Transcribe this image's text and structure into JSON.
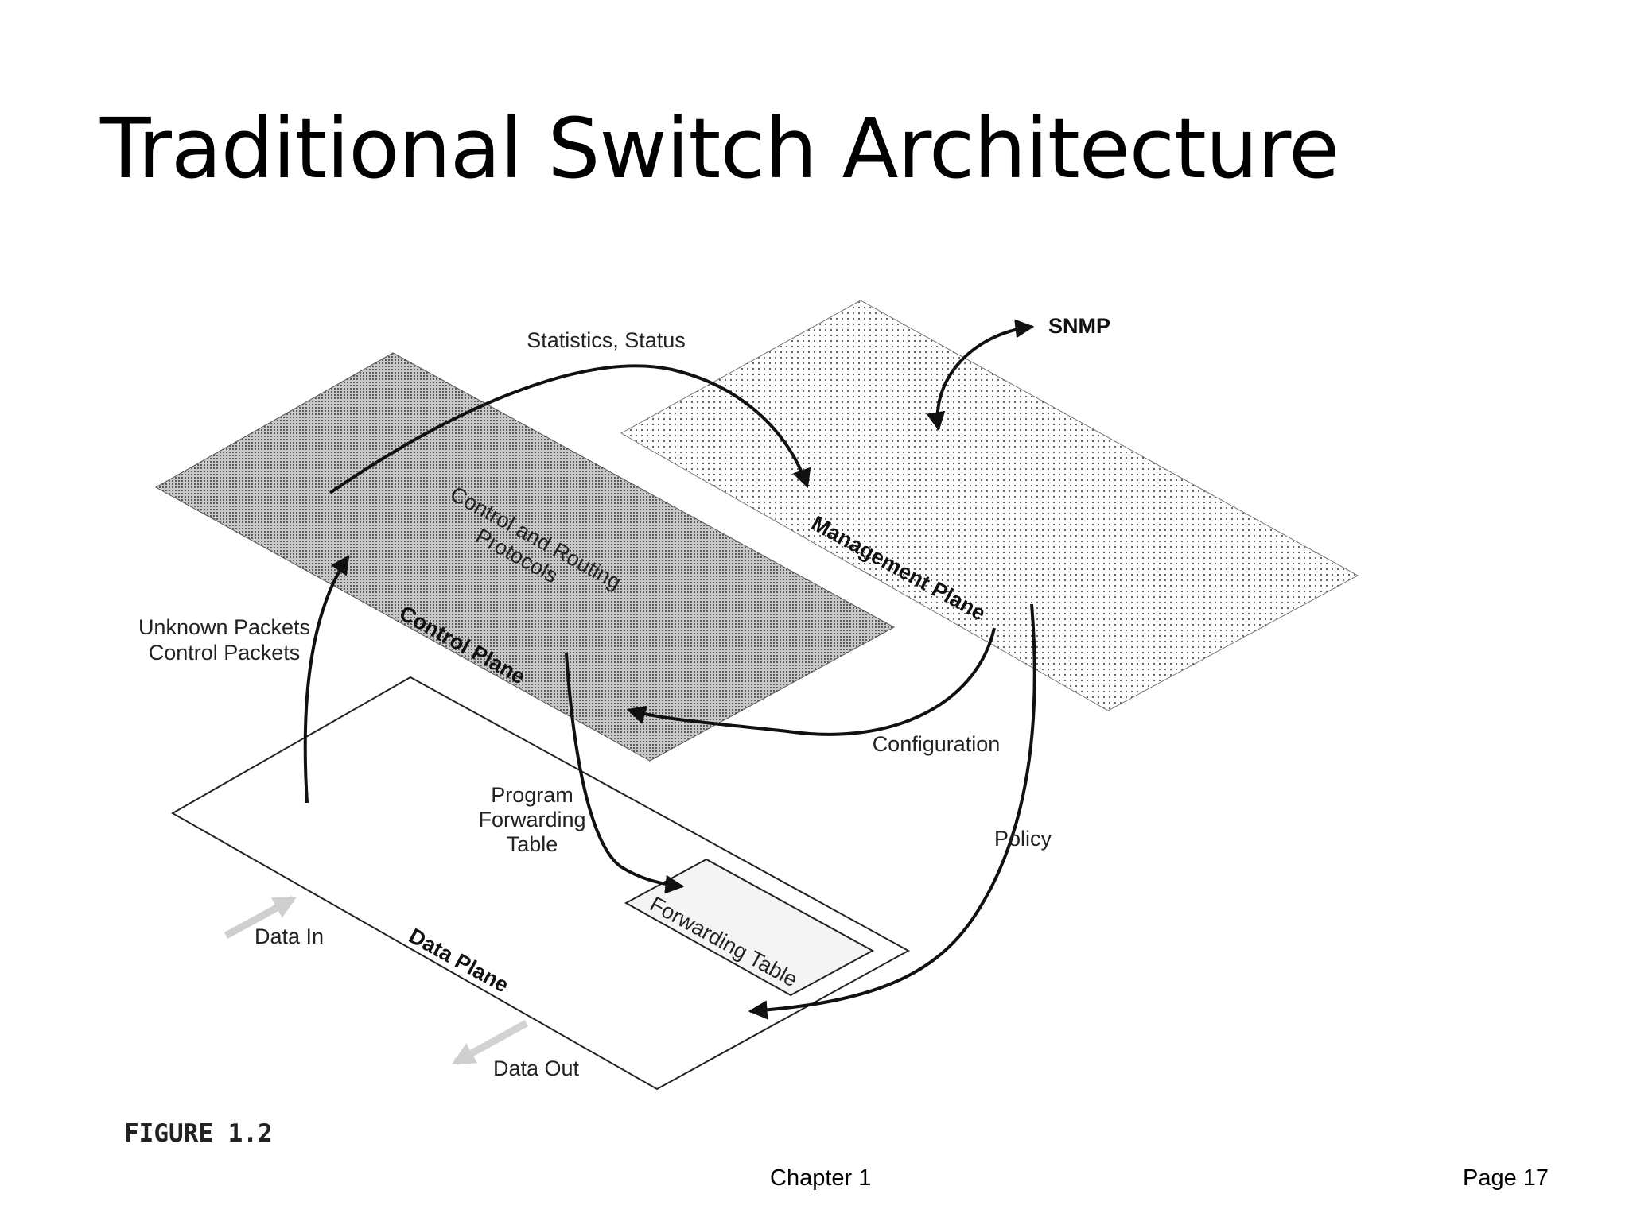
{
  "slide": {
    "title": "Traditional Switch Architecture",
    "footer_chapter": "Chapter 1",
    "footer_page": "Page 17"
  },
  "diagram": {
    "figure_label": "FIGURE 1.2",
    "planes": {
      "control": "Control Plane",
      "management": "Management Plane",
      "data": "Data Plane"
    },
    "control_content": [
      "Control and Routing",
      "Protocols"
    ],
    "forwarding_table": "Forwarding Table",
    "labels": {
      "statistics_status": "Statistics, Status",
      "snmp": "SNMP",
      "unknown_packets": "Unknown Packets",
      "control_packets": "Control Packets",
      "configuration": "Configuration",
      "program_forwarding_table": [
        "Program",
        "Forwarding",
        "Table"
      ],
      "policy": "Policy",
      "data_in": "Data In",
      "data_out": "Data Out"
    }
  }
}
